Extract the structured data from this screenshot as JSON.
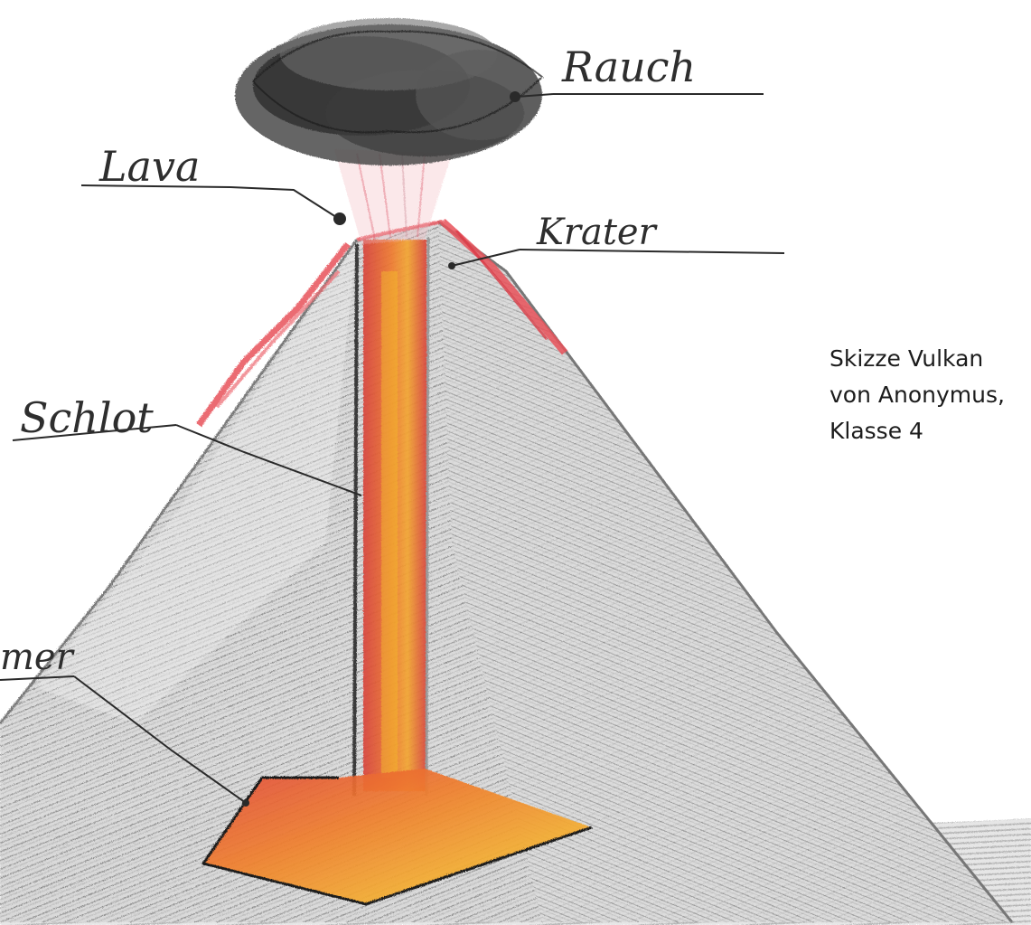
{
  "labels": {
    "smoke": "Rauch",
    "lava": "Lava",
    "crater": "Krater",
    "vent": "Schlot",
    "chamber": "mer"
  },
  "caption": {
    "line1": "Skizze Vulkan",
    "line2": "von Anonymus,",
    "line3": "Klasse 4"
  },
  "colors": {
    "pencil_gray": "#8d8d8d",
    "pencil_dark": "#2b2b2b",
    "lava_red": "#e0463c",
    "lava_orange": "#f08a2a",
    "lava_yellow": "#f4c02c",
    "crater_pink": "#e8525a"
  }
}
